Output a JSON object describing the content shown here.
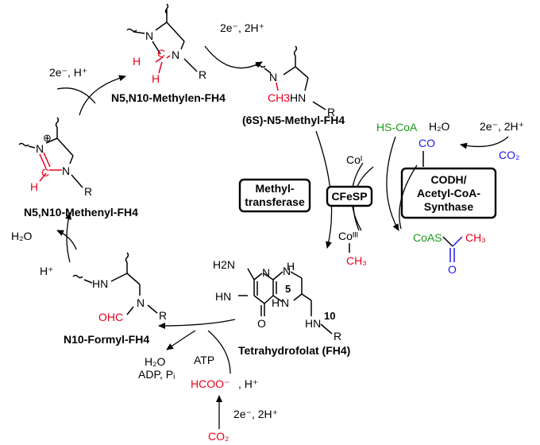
{
  "colors": {
    "red": "#e8001c",
    "green": "#1a9a1a",
    "blue": "#1a1aee",
    "black": "#000000"
  },
  "compounds": {
    "methylen": {
      "n5": "N",
      "n10": "N",
      "h1": "H",
      "c": "C",
      "h2": "H",
      "r": "R",
      "name": "N5,N10-Methylen-FH4"
    },
    "methyl": {
      "n": "N",
      "ch3": "CH3",
      "hn": "HN",
      "r": "R",
      "name": "(6S)-N5-Methyl-FH4"
    },
    "methenyl": {
      "n": "N",
      "plus": "⊕",
      "c": "C",
      "h": "H",
      "n2": "N",
      "r": "R",
      "name": "N5,N10-Methenyl-FH4"
    },
    "formyl": {
      "hn": "HN",
      "n": "N",
      "ohc": "OHC",
      "r": "R",
      "name": "N10-Formyl-FH4"
    },
    "thf": {
      "h2n": "H2N",
      "n1": "N",
      "n2": "N",
      "n3": "N",
      "hn1": "HN",
      "o": "O",
      "h1": "H",
      "h2": "H",
      "num5": "5",
      "num10": "10",
      "hn2": "HN",
      "r": "R",
      "name": "Tetrahydrofolat (FH4)"
    }
  },
  "reagents": {
    "top_e": "2e⁻, 2H⁺",
    "left_e": "2e⁻, H⁺",
    "h2o_left": "H₂O",
    "hplus_left": "H⁺",
    "h2o_bottom": "H₂O",
    "adp": "ADP, Pᵢ",
    "atp": "ATP",
    "hcoo": "HCOO⁻",
    "hplus_bottom": ", H⁺",
    "bottom_e": "2e⁻, 2H⁺",
    "co2_bottom": "CO₂",
    "hscoa": "HS-CoA",
    "h2o_right": "H₂O",
    "right_e": "2e⁻, 2H⁺",
    "co": "CO",
    "co2_right": "CO₂",
    "co_i": "Coᴵ",
    "co_iii": "Coᴵᴵᴵ",
    "ch3_co": "CH₃",
    "coas": "CoAS",
    "ch3_acetyl": "CH₃",
    "o_acetyl": "O"
  },
  "enzymes": {
    "methyltransferase_1": "Methyl-",
    "methyltransferase_2": "transferase",
    "cfesp": "CFeSP",
    "codh_1": "CODH/",
    "codh_2": "Acetyl-CoA-",
    "codh_3": "Synthase"
  }
}
